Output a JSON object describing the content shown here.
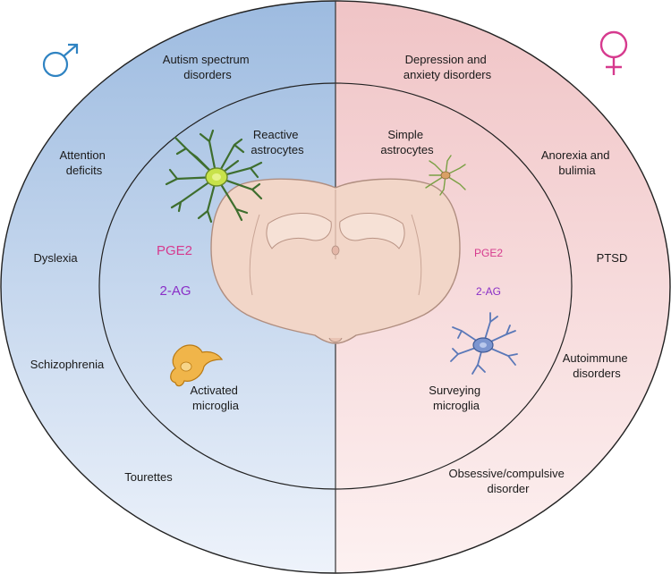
{
  "colors": {
    "male_region": "#9dbbe0",
    "female_region": "#f0c4c6",
    "male_symbol": "#2f83c2",
    "female_symbol": "#d63a8e",
    "pge2": "#d63a8e",
    "two_ag": "#8a2fc7",
    "brain": "#f2d6c8",
    "brain_outline": "#b08e80",
    "reactive_astrocyte": "#3e6e2e",
    "astrocyte_soma": "#c8e24a",
    "simple_astrocyte": "#7aa044",
    "activated_microglia": "#e5a12b",
    "surveying_microglia": "#5a78b8"
  },
  "male": {
    "symbol_icon": "male-symbol-icon",
    "outer_conditions": {
      "autism": [
        "Autism spectrum",
        "disorders"
      ],
      "attention": [
        "Attention",
        "deficits"
      ],
      "dyslexia": "Dyslexia",
      "schizophrenia": "Schizophrenia",
      "tourettes": "Tourettes"
    },
    "cells": {
      "reactive_astrocytes": [
        "Reactive",
        "astrocytes"
      ],
      "activated_microglia": [
        "Activated",
        "microglia"
      ]
    },
    "molecules": {
      "pge2": "PGE2",
      "two_ag": "2-AG"
    }
  },
  "female": {
    "symbol_icon": "female-symbol-icon",
    "outer_conditions": {
      "depression": [
        "Depression and",
        "anxiety disorders"
      ],
      "anorexia": [
        "Anorexia and",
        "bulimia"
      ],
      "ptsd": "PTSD",
      "autoimmune": [
        "Autoimmune",
        "disorders"
      ],
      "ocd": [
        "Obsessive/compulsive",
        "disorder"
      ]
    },
    "cells": {
      "simple_astrocytes": [
        "Simple",
        "astrocytes"
      ],
      "surveying_microglia": [
        "Surveying",
        "microglia"
      ]
    },
    "molecules": {
      "pge2": "PGE2",
      "two_ag": "2-AG"
    }
  }
}
